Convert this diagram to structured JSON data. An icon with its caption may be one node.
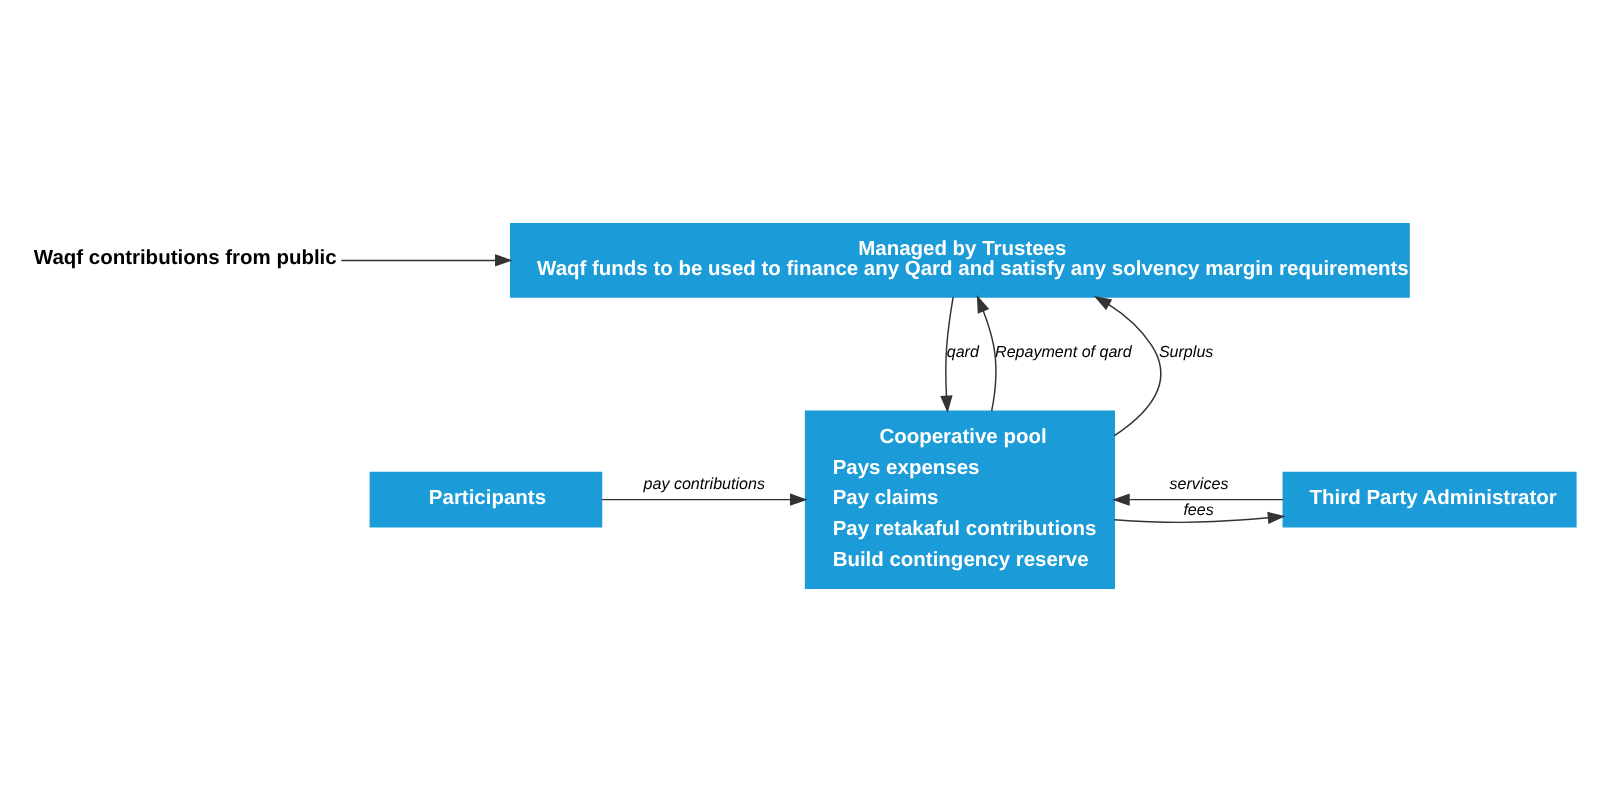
{
  "diagram": {
    "nodes": [
      {
        "text": [
          "Waqf contributions from public"
        ]
      },
      {
        "text": [
          "Managed by Trustees",
          "Waqf funds to be used to finance any Qard and satisfy any solvency margin requirements"
        ]
      },
      {
        "text": [
          "Participants"
        ]
      },
      {
        "text": [
          "Cooperative pool",
          "Pays expenses",
          "Pay claims",
          "Pay retakaful contributions",
          "Build contingency reserve"
        ]
      },
      {
        "text": [
          "Third Party Administrator"
        ]
      }
    ],
    "edges": [
      {
        "from": 0,
        "to": 1,
        "arrow": "to"
      },
      {
        "from": 1,
        "to": 3,
        "arrow": "to",
        "label": "qard"
      },
      {
        "from": 3,
        "to": 1,
        "arrow": "to",
        "label": "Repayment of qard"
      },
      {
        "from": 3,
        "to": 1,
        "arrow": "to",
        "label": "Surplus"
      },
      {
        "from": 2,
        "to": 3,
        "arrow": "to",
        "label": "pay contributions"
      },
      {
        "from": 3,
        "to": 4,
        "arrow": "to",
        "label": "fees"
      },
      {
        "from": 4,
        "to": 3,
        "arrow": "to",
        "label": "services"
      }
    ]
  }
}
